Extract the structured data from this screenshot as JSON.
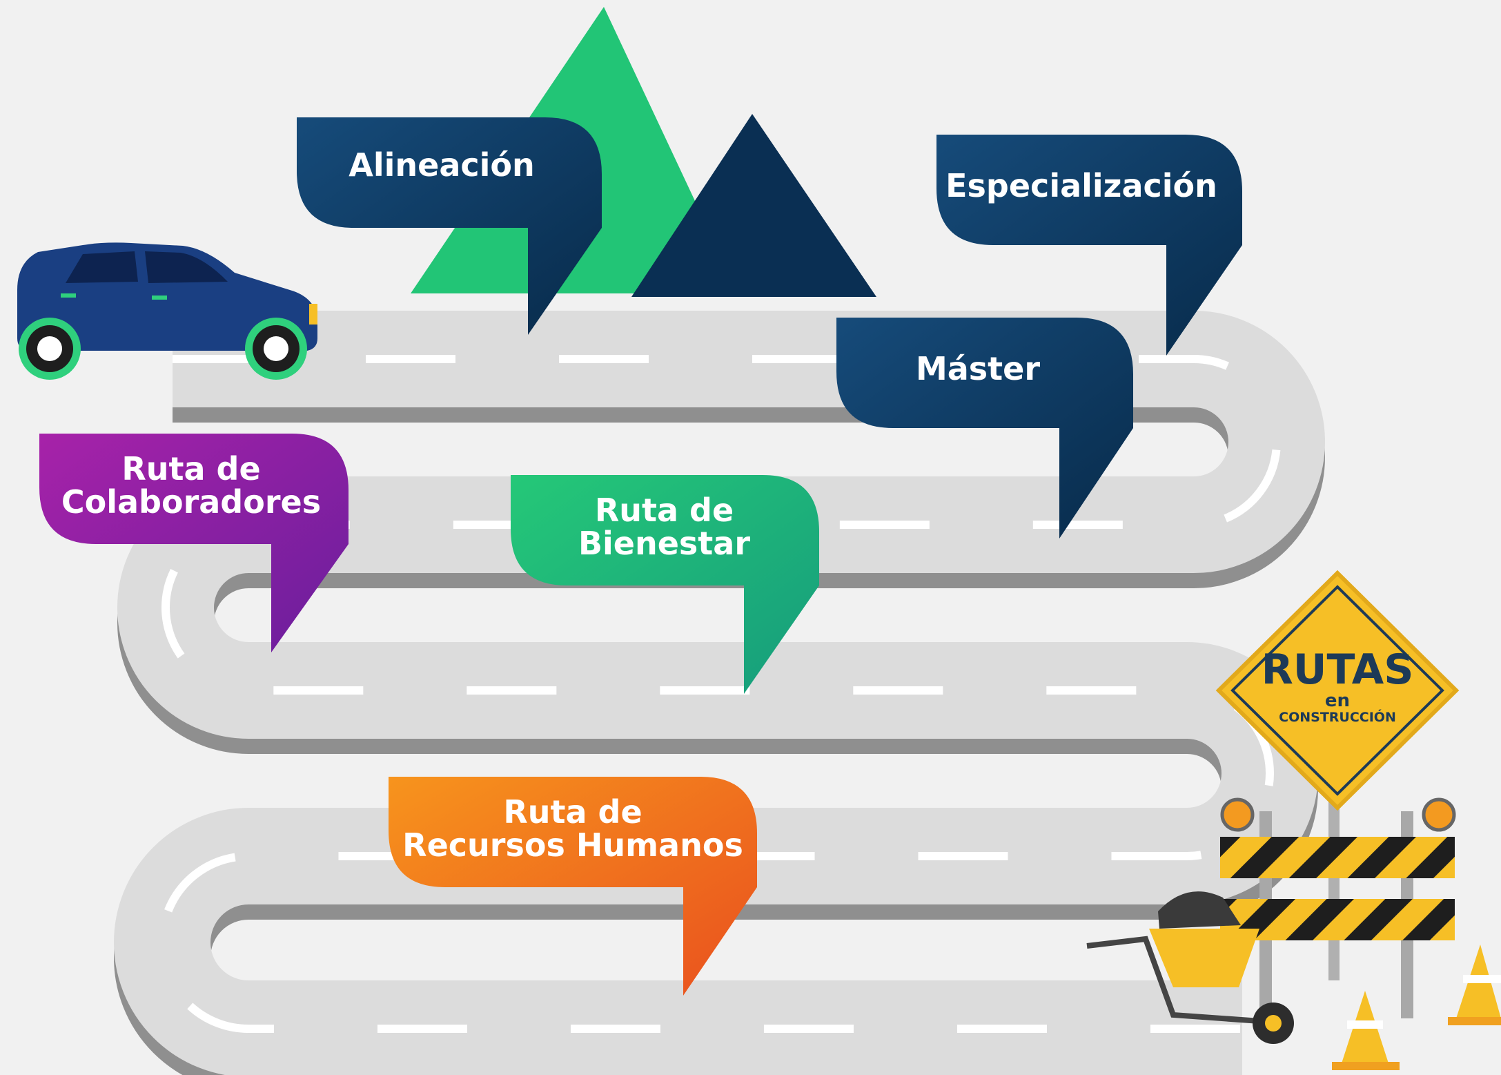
{
  "bubbles": {
    "alineacion": "Alineación",
    "especializacion": "Especialización",
    "master": "Máster",
    "colaboradores": {
      "line1": "Ruta de",
      "line2": "Colaboradores"
    },
    "bienestar": {
      "line1": "Ruta de",
      "line2": "Bienestar"
    },
    "recursos": {
      "line1": "Ruta de",
      "line2": "Recursos Humanos"
    }
  },
  "sign": {
    "title": "RUTAS",
    "line2": "en",
    "line3": "CONSTRUCCIÓN"
  },
  "colors": {
    "navy": "#0d3a63",
    "navy_dark": "#082b4b",
    "green": "#22c576",
    "purple": "#8b1fa1",
    "orange": "#f26b1f",
    "yellow": "#f6bf26",
    "road": "#dcdcdc"
  }
}
